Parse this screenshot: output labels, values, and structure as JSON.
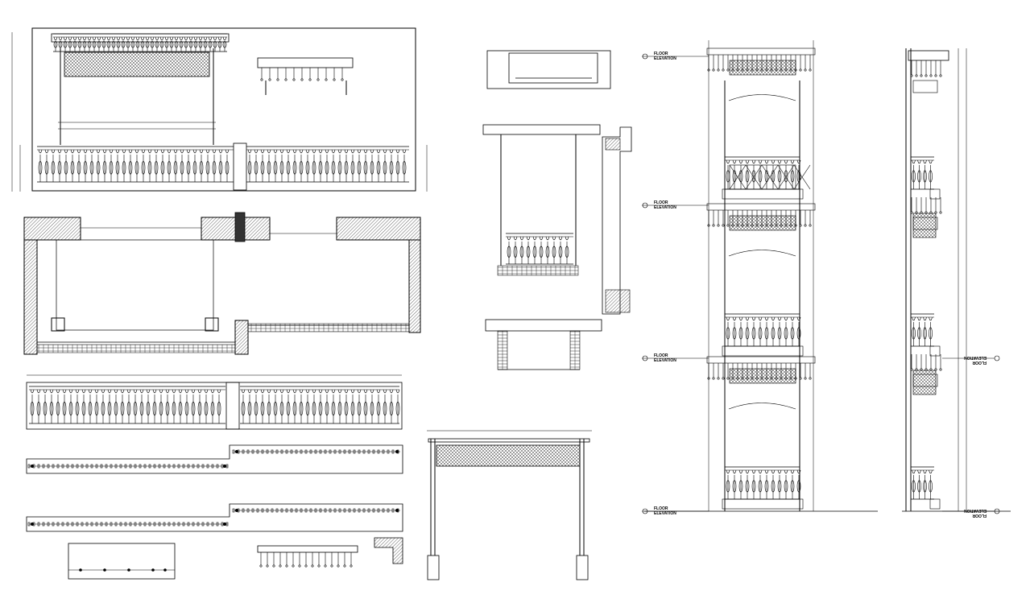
{
  "drawing": {
    "type": "architectural-cad-sheet",
    "views": [
      "front-elevation-with-balustrade",
      "plan",
      "balustrade-elevation",
      "rail-plan-upper",
      "rail-plan-lower",
      "canopy-detail",
      "section-top",
      "section-middle",
      "section-bottom",
      "porch-frame-elevation",
      "multi-storey-front-elevation",
      "multi-storey-side-section"
    ],
    "level_labels": [
      {
        "line1": "FLOOR",
        "line2": "ELEVATION"
      },
      {
        "line1": "FLOOR",
        "line2": "ELEVATION"
      },
      {
        "line1": "FLOOR",
        "line2": "ELEVATION"
      },
      {
        "line1": "FLOOR",
        "line2": "ELEVATION"
      }
    ],
    "side_level_labels": [
      {
        "line1": "FLOOR",
        "line2": "ELEVATION"
      },
      {
        "line1": "FLOOR",
        "line2": "ELEVATION"
      }
    ],
    "line_color": "#000000",
    "background": "#ffffff"
  }
}
